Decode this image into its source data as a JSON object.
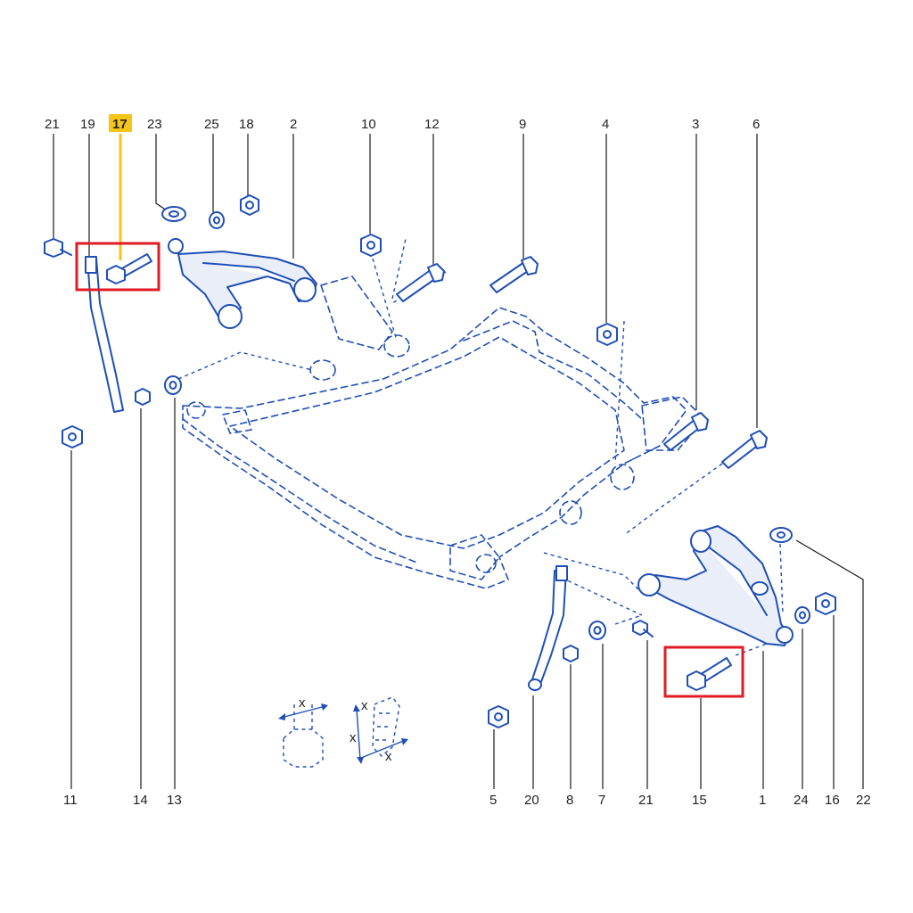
{
  "highlighted_callout": "17",
  "colors": {
    "line": "#1f4fb5",
    "highlight_fill": "#f5c518",
    "highlight_box": "#e01b24",
    "text": "#222222"
  },
  "callouts": {
    "c21a": "21",
    "c19": "19",
    "c17": "17",
    "c23": "23",
    "c25": "25",
    "c18": "18",
    "c2": "2",
    "c10": "10",
    "c12": "12",
    "c9": "9",
    "c4": "4",
    "c3": "3",
    "c6": "6",
    "c11": "11",
    "c14": "14",
    "c13": "13",
    "c5": "5",
    "c20": "20",
    "c8": "8",
    "c7": "7",
    "c21b": "21",
    "c15": "15",
    "c1": "1",
    "c24": "24",
    "c16": "16",
    "c22": "22"
  },
  "detail_marks": {
    "x1": "x",
    "x2": "x",
    "x3": "x",
    "x4": "x"
  }
}
